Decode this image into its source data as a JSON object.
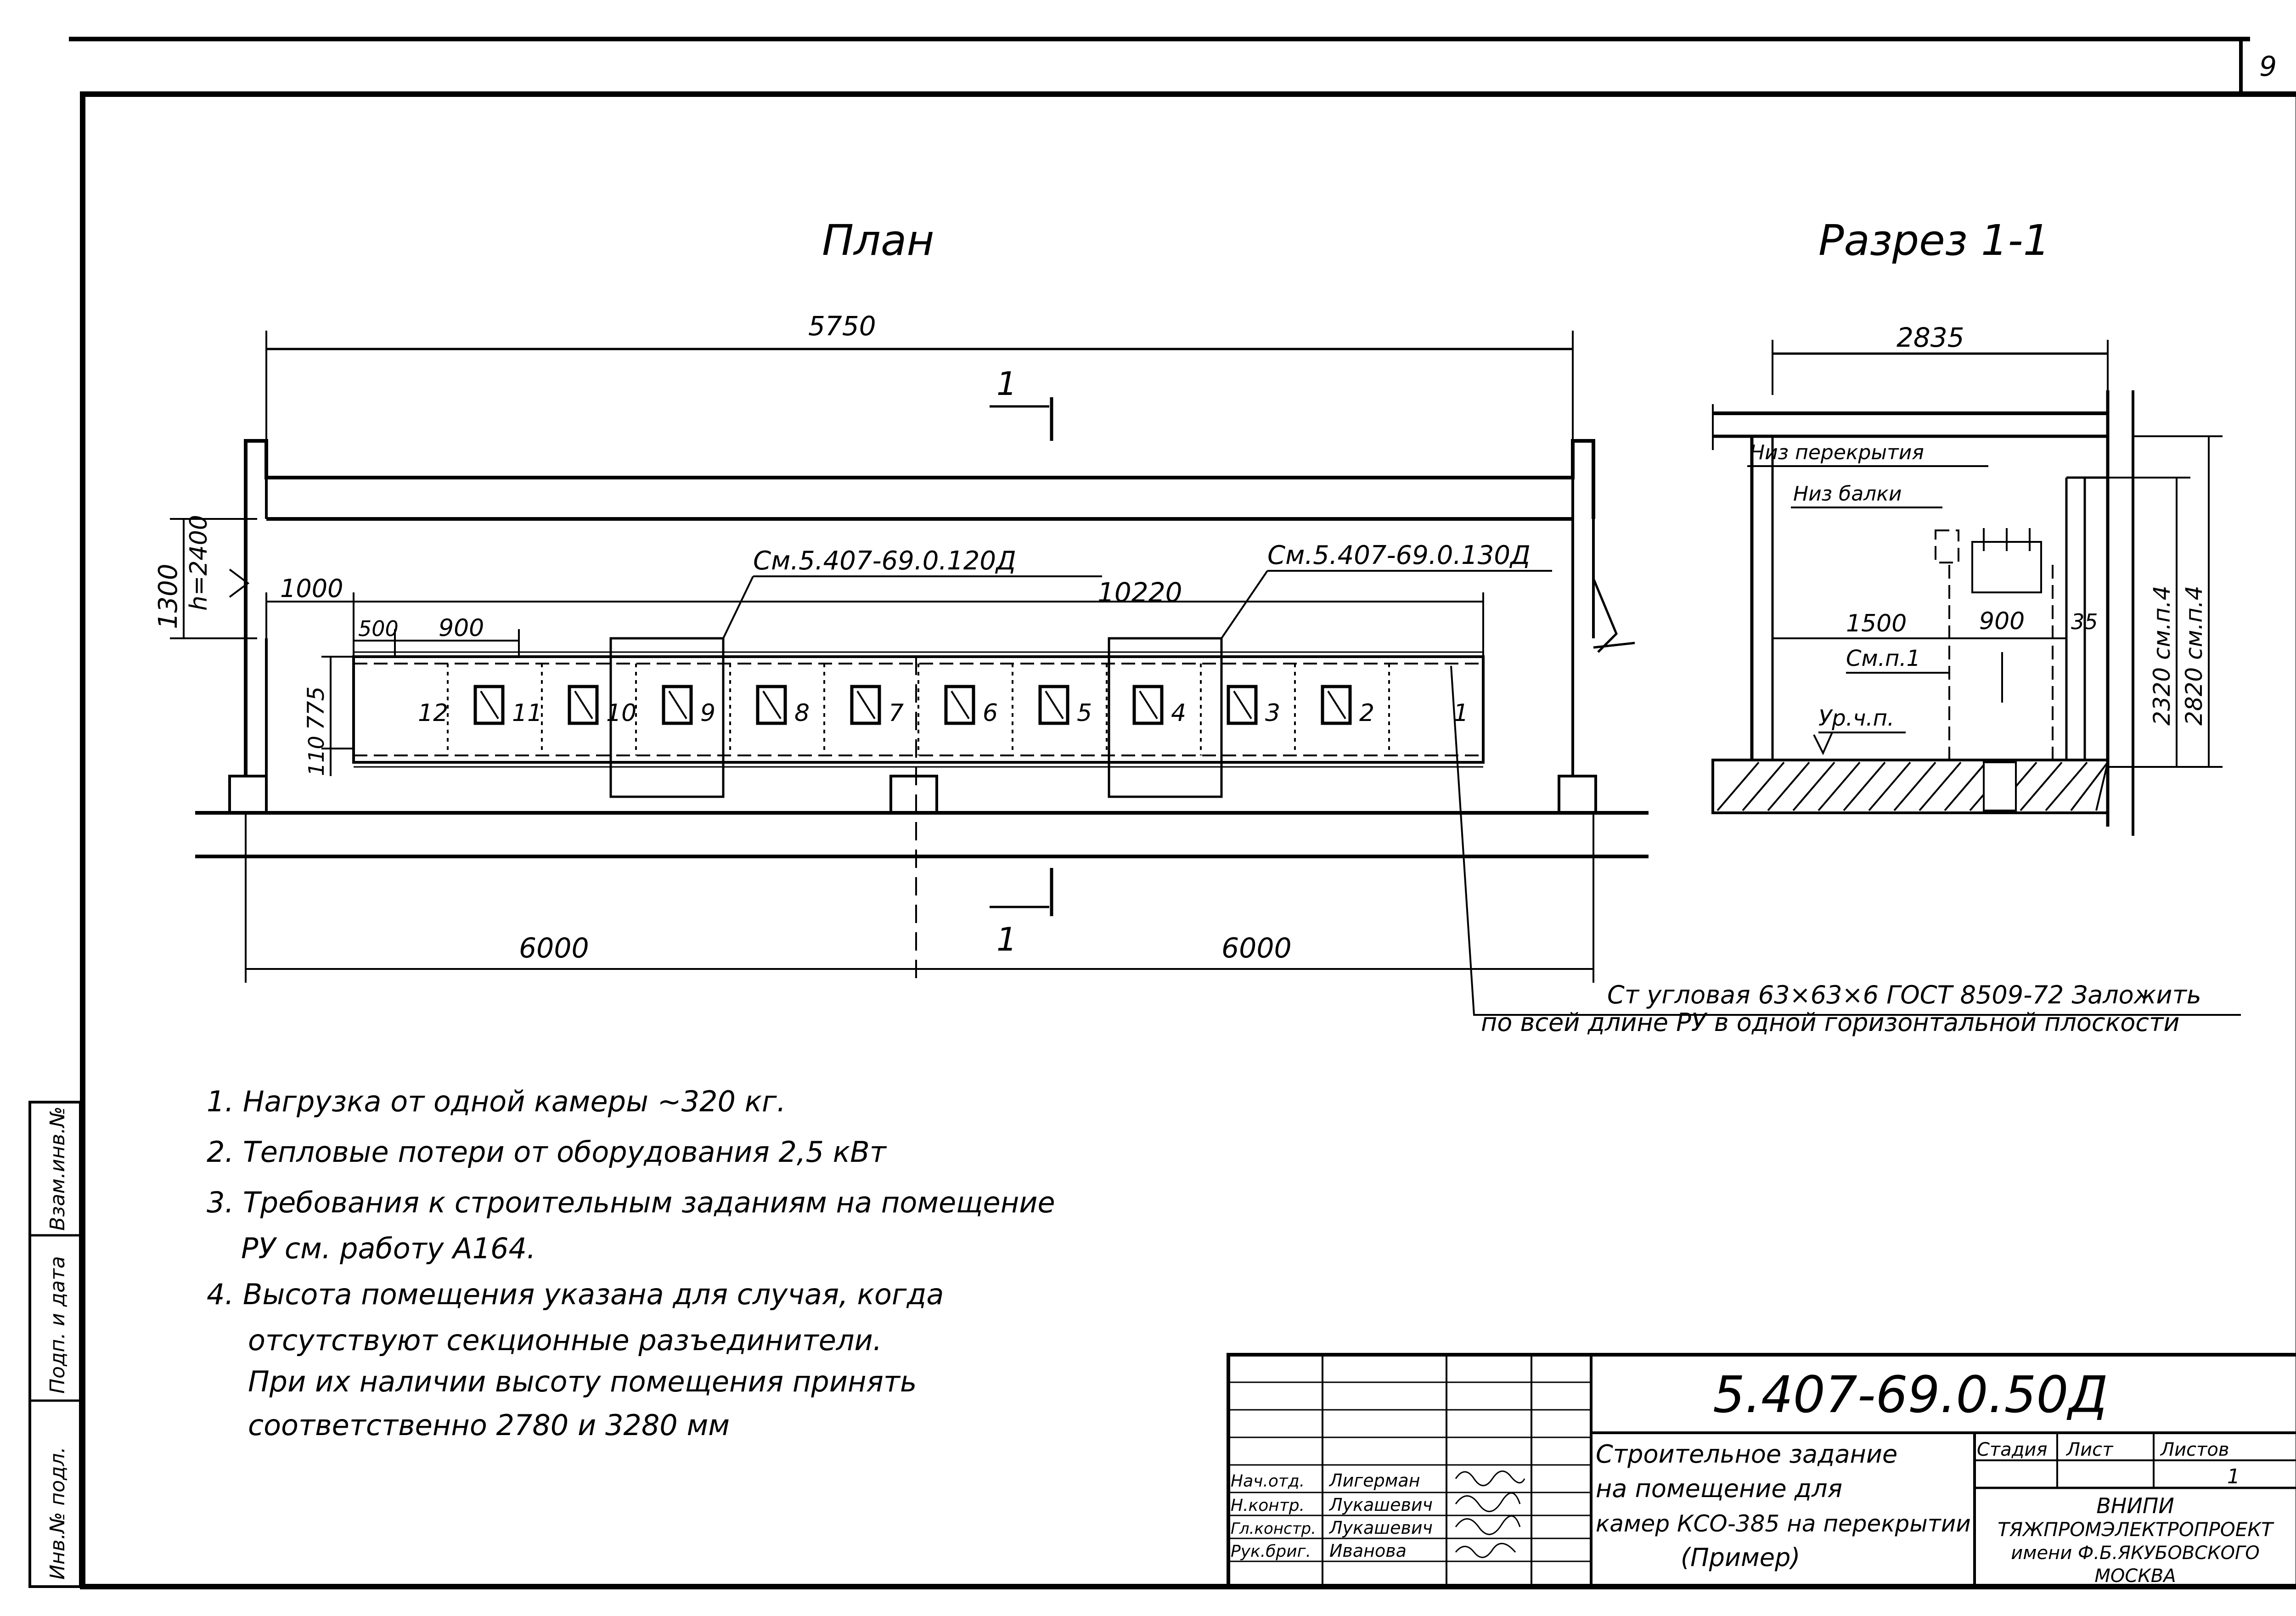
{
  "sheet": {
    "page_number": "9"
  },
  "plan": {
    "title": "План",
    "section_mark": "1",
    "dims": {
      "overall": "5750",
      "height_note": "h=2400",
      "left_height": "1300",
      "offset": "1000",
      "row_length": "10220",
      "cell_first": "500",
      "cell_width": "900",
      "row_depth": "775",
      "row_gap": "110",
      "span_left": "6000",
      "span_right": "6000"
    },
    "refs": {
      "ref_a": "См.5.407-69.0.120Д",
      "ref_b": "См.5.407-69.0.130Д"
    },
    "cells": [
      "12",
      "11",
      "10",
      "9",
      "8",
      "7",
      "6",
      "5",
      "4",
      "3",
      "2",
      "1"
    ]
  },
  "section": {
    "title": "Разрез 1-1",
    "width": "2835",
    "label_slab": "Низ перекрытия",
    "label_beam": "Низ балки",
    "dim_a": "1500",
    "dim_b": "900",
    "dim_c": "35",
    "see_p1": "См.п.1",
    "floor_level": "Ур.ч.п.",
    "height_a": "2320 см.п.4",
    "height_b": "2820 см.п.4"
  },
  "angle_note": {
    "line1": "Ст угловая 63×63×6 ГОСТ 8509-72 Заложить",
    "line2": "по всей длине РУ в одной горизонтальной плоскости"
  },
  "notes": [
    "1. Нагрузка от одной камеры ~320 кг.",
    "2. Тепловые потери от оборудования 2,5 кВт",
    "3. Требования к строительным заданиям на помещение",
    "РУ см. работу А164.",
    "4. Высота помещения указана для случая, когда",
    "отсутствуют секционные разъединители.",
    "При их наличии высоту помещения принять",
    "соответственно 2780 и 3280 мм"
  ],
  "title_block": {
    "doc_number": "5.407-69.0.50Д",
    "title_lines": [
      "Строительное задание",
      "на помещение для",
      "камер КСО-385 на перекрытии",
      "(Пример)"
    ],
    "col_stage": "Стадия",
    "col_sheet": "Лист",
    "col_sheets": "Листов",
    "sheets_value": "1",
    "org_lines": [
      "ВНИПИ",
      "ТЯЖПРОМЭЛЕКТРОПРОЕКТ",
      "имени Ф.Б.ЯКУБОВСКОГО",
      "МОСКВА"
    ],
    "signers": [
      {
        "role": "Нач.отд.",
        "name": "Лигерман"
      },
      {
        "role": "Н.контр.",
        "name": "Лукашевич"
      },
      {
        "role": "Гл.констр.",
        "name": "Лукашевич"
      },
      {
        "role": "Рук.бриг.",
        "name": "Иванова"
      }
    ]
  },
  "side_stamp": [
    "Инв.№ подл.",
    "Подп. и дата",
    "Взам.инв.№"
  ]
}
